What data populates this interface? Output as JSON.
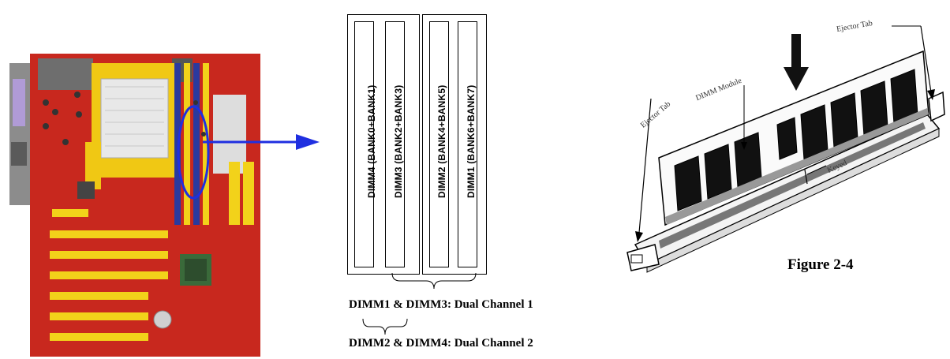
{
  "slots": [
    {
      "label": "DIMM4 (BANK0+BANK1)"
    },
    {
      "label": "DIMM3 (BANK2+BANK3)"
    },
    {
      "label": "DIMM2 (BANK4+BANK5)"
    },
    {
      "label": "DIMM1 (BANK6+BANK7)"
    }
  ],
  "captions": {
    "channel1": "DIMM1 & DIMM3: Dual Channel 1",
    "channel2": "DIMM2 & DIMM4: Dual Channel 2"
  },
  "figure": {
    "title": "Figure 2-4",
    "labels": {
      "ejector_top": "Ejector Tab",
      "dimm_module": "DIMM Module",
      "ejector_side": "Ejector Tab",
      "keyed": "Keyed"
    }
  },
  "colors": {
    "board": "#c8281e",
    "slot_yellow": "#f2d21a",
    "slot_blue": "#2a3a9e",
    "arrow": "#1f2fe0"
  }
}
